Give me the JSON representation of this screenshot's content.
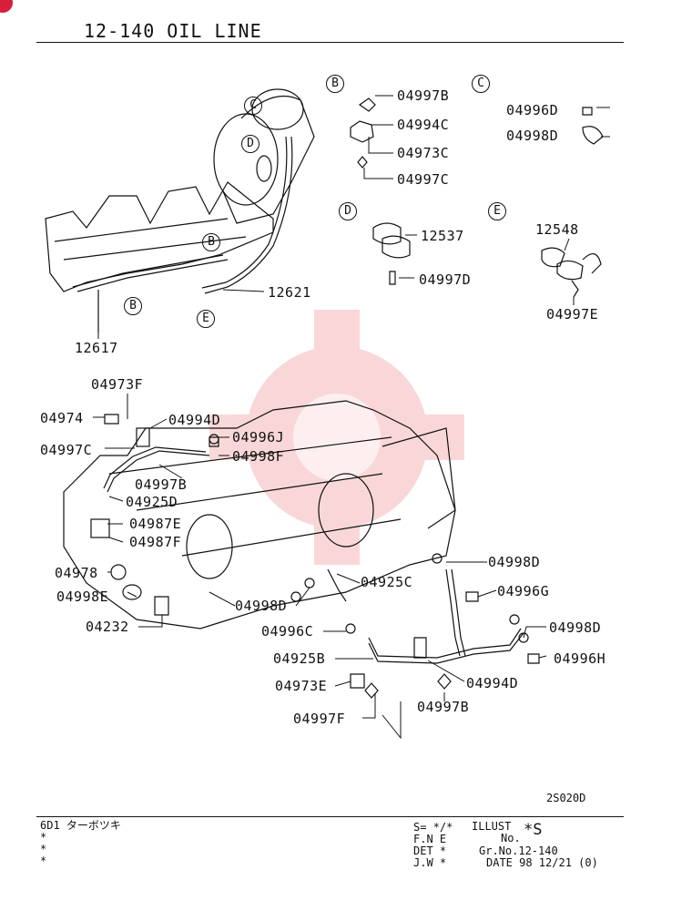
{
  "header": {
    "title": "12-140  OIL LINE"
  },
  "callouts": {
    "B": "B",
    "C": "C",
    "D": "D",
    "E": "E"
  },
  "labels": {
    "p04997B_top": "04997B",
    "p04994C": "04994C",
    "p04973C": "04973C",
    "p04997C_top": "04997C",
    "p04996D": "04996D",
    "p04998D_top": "04998D",
    "p12537": "12537",
    "p04997D": "04997D",
    "p12548": "12548",
    "p04997E": "04997E",
    "p12621": "12621",
    "p12617": "12617",
    "p04973F": "04973F",
    "p04974": "04974",
    "p04994D_top": "04994D",
    "p04997C_mid": "04997C",
    "p04996J": "04996J",
    "p04998F": "04998F",
    "p04997B_mid": "04997B",
    "p04925D": "04925D",
    "p04987E": "04987E",
    "p04987F": "04987F",
    "p04978": "04978",
    "p04998E": "04998E",
    "p04232": "04232",
    "p04998D_mid": "04998D",
    "p04925C": "04925C",
    "p04998D_right1": "04998D",
    "p04996G": "04996G",
    "p04996C": "04996C",
    "p04998D_right2": "04998D",
    "p04925B": "04925B",
    "p04996H": "04996H",
    "p04994D_bot": "04994D",
    "p04973E": "04973E",
    "p04997B_bot": "04997B",
    "p04997F": "04997F"
  },
  "footer": {
    "code": "2S020D",
    "model": "6D1 ターボツキ",
    "stars": [
      "*",
      "*",
      "*"
    ],
    "s_line": "S= */*",
    "fne_line": "F.N E",
    "det_line": "DET *",
    "jw_line": "J.W *",
    "illust_label": "ILLUST",
    "no_label": "No.",
    "illust_no": "*S",
    "gr_no": "Gr.No.12-140",
    "date": "DATE 98 12/21  (0)"
  }
}
